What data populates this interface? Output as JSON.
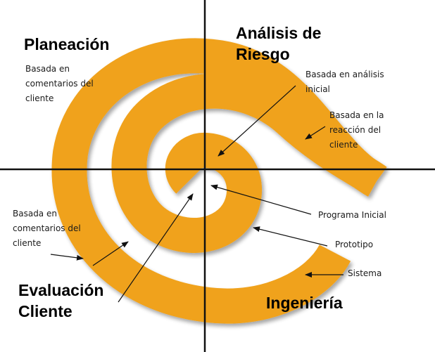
{
  "colors": {
    "spiral": "#f0a21d",
    "spiral_edge": "#dc8d10",
    "axis": "#111111",
    "arrow": "#111111"
  },
  "quadrants": {
    "planning": {
      "title": "Planeación",
      "note": [
        "Basada en",
        "comentarios del",
        "cliente"
      ]
    },
    "risk": {
      "title_line1": "Análisis de",
      "title_line2": "Riesgo",
      "note_analysis": [
        "Basada en análisis",
        "inicial"
      ],
      "note_reaction": [
        "Basada en la",
        "reacción del",
        "cliente"
      ]
    },
    "evaluation": {
      "title_line1": "Evaluación",
      "title_line2": "Cliente",
      "note": [
        "Basada en",
        "comentarios del",
        "cliente"
      ]
    },
    "engineering": {
      "title": "Ingeniería",
      "labels": {
        "initial_program": "Programa Inicial",
        "prototype": "Prototipo",
        "system": "Sistema"
      }
    }
  }
}
